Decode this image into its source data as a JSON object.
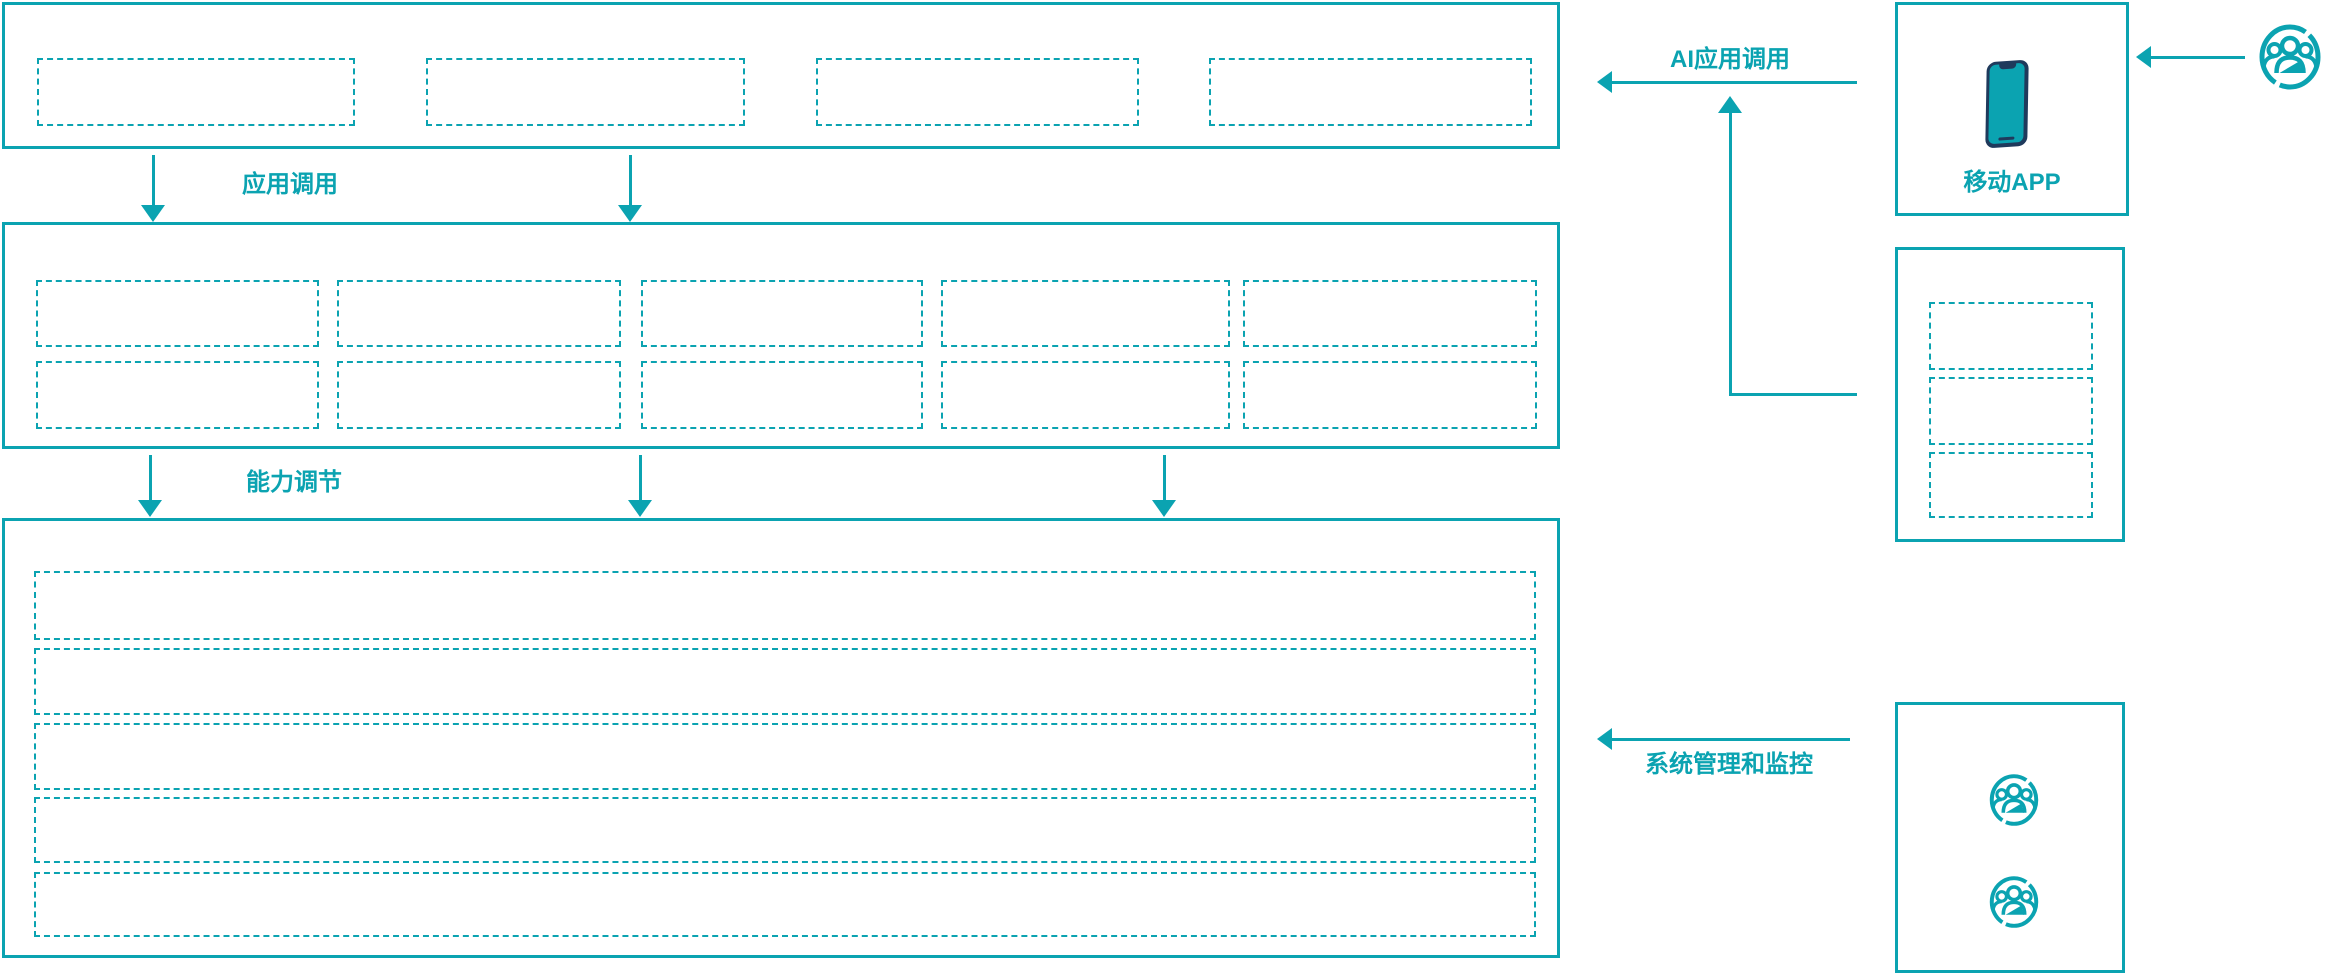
{
  "diagram": {
    "labels": {
      "app_call": "应用调用",
      "capability_adjust": "能力调节",
      "ai_app_call": "AI应用调用",
      "system_management": "系统管理和监控",
      "mobile_app": "移动APP"
    },
    "colors": {
      "accent_teal": "#0ba3b1",
      "phone_dark": "#1f3a5c"
    },
    "icons": {
      "smartphone": "smartphone-icon",
      "users_group": "users-group-icon"
    }
  }
}
